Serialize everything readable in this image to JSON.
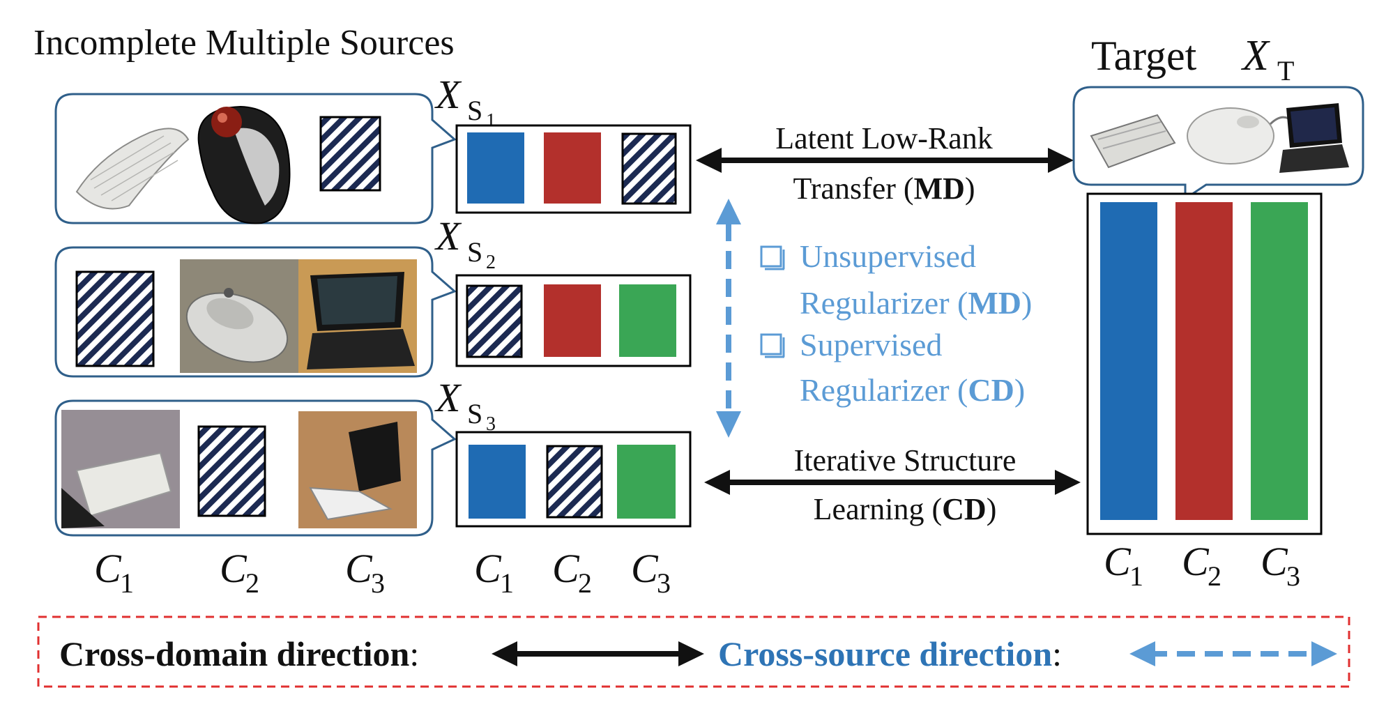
{
  "title_sources": "Incomplete Multiple Sources",
  "title_target": "Target",
  "target_symbol": {
    "base": "X",
    "sub": "T"
  },
  "source_symbols": [
    {
      "base": "X",
      "sub": "S",
      "index": "1"
    },
    {
      "base": "X",
      "sub": "S",
      "index": "2"
    },
    {
      "base": "X",
      "sub": "S",
      "index": "3"
    }
  ],
  "class_labels": {
    "base": "C",
    "indices": [
      "1",
      "2",
      "3"
    ]
  },
  "sources": [
    {
      "thumbnails": [
        "keyboard",
        "trackball-mouse",
        "missing"
      ],
      "bars": [
        "blue",
        "red",
        "missing"
      ]
    },
    {
      "thumbnails": [
        "missing",
        "mouse",
        "laptop"
      ],
      "bars": [
        "missing",
        "red",
        "green"
      ]
    },
    {
      "thumbnails": [
        "keyboard",
        "missing",
        "laptop"
      ],
      "bars": [
        "blue",
        "missing",
        "green"
      ]
    }
  ],
  "target_thumbnails": [
    "keyboard",
    "mouse",
    "laptop"
  ],
  "target_bars": [
    "blue",
    "red",
    "green"
  ],
  "arrow_top": {
    "line1": "Latent Low-Rank",
    "line2_pre": "Transfer (",
    "line2_bold": "MD",
    "line2_post": ")"
  },
  "arrow_bottom": {
    "line1": "Iterative Structure",
    "line2_pre": "Learning (",
    "line2_bold": "CD",
    "line2_post": ")"
  },
  "regularizers": [
    {
      "line1": "Unsupervised",
      "line2_pre": "Regularizer (",
      "line2_bold": "MD",
      "line2_post": ")"
    },
    {
      "line1": "Supervised",
      "line2_pre": "Regularizer (",
      "line2_bold": "CD",
      "line2_post": ")"
    }
  ],
  "legend": {
    "cross_domain": "Cross-domain direction",
    "cross_source": "Cross-source direction",
    "colon": ":"
  },
  "colors": {
    "blue": "#1f6bb3",
    "red": "#b3302c",
    "green": "#3aa655",
    "accent": "#5b9bd5",
    "legend_blue": "#2e74b5",
    "panel_border": "#2f5f8a",
    "dashed_border": "#e03030"
  }
}
